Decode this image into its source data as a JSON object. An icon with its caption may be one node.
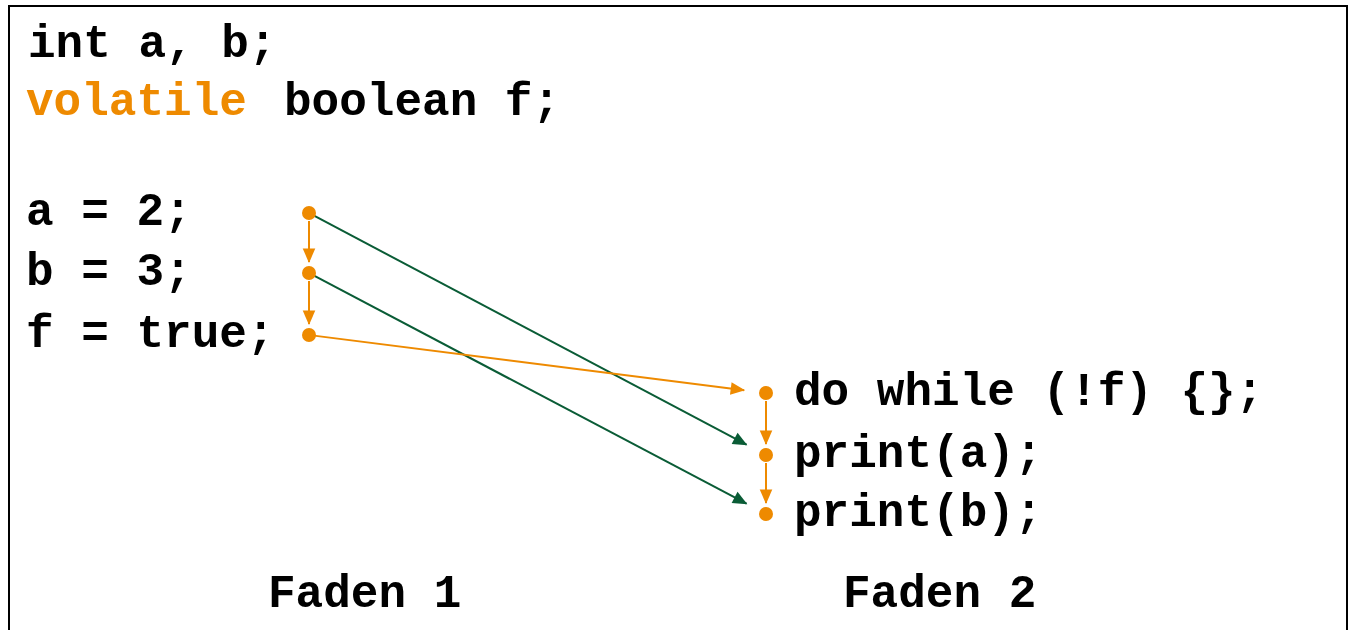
{
  "diagram": {
    "nodes": [
      {
        "text": [
          "a = 2;"
        ]
      },
      {
        "text": [
          "b = 3;"
        ]
      },
      {
        "text": [
          "f = true;"
        ]
      },
      {
        "text": [
          "do while (!f) {};"
        ]
      },
      {
        "text": [
          "print(a);"
        ]
      },
      {
        "text": [
          "print(b);"
        ]
      }
    ],
    "edges": [
      {
        "from": 0,
        "to": 1,
        "arrow": "to"
      },
      {
        "from": 1,
        "to": 2,
        "arrow": "to"
      },
      {
        "from": 0,
        "to": 4,
        "arrow": "to",
        "color": "#0a5c36"
      },
      {
        "from": 1,
        "to": 5,
        "arrow": "to",
        "color": "#0a5c36"
      },
      {
        "from": 2,
        "to": 3,
        "arrow": "to"
      },
      {
        "from": 3,
        "to": 4,
        "arrow": "to"
      },
      {
        "from": 4,
        "to": 5,
        "arrow": "to"
      }
    ],
    "labels": [
      "int a, b;",
      "volatile",
      "boolean f;",
      "Faden 1",
      "Faden 2"
    ]
  }
}
